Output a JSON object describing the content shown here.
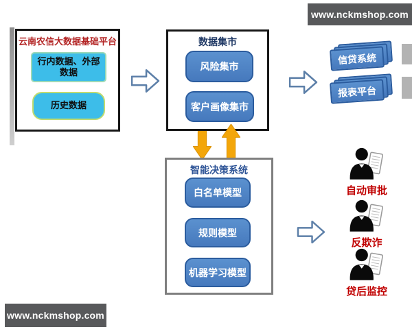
{
  "watermark": {
    "text": "www.nckmshop.com"
  },
  "platform": {
    "title": "云南农信大数据基础平台",
    "title_color": "#B32525",
    "items": [
      {
        "label": "行内数据、外部数据"
      },
      {
        "label": "历史数据"
      }
    ]
  },
  "data_mart": {
    "title": "数据集市",
    "title_color": "#1F3864",
    "items": [
      {
        "label": "风险集市"
      },
      {
        "label": "客户画像集市"
      }
    ]
  },
  "decision_system": {
    "title": "智能决策系统",
    "title_color": "#2F5597",
    "items": [
      {
        "label": "白名单模型"
      },
      {
        "label": "规则模型"
      },
      {
        "label": "机器学习模型"
      }
    ]
  },
  "target_systems": [
    {
      "label": "信贷系统"
    },
    {
      "label": "报表平台"
    }
  ],
  "outcomes": [
    {
      "label": "自动审批"
    },
    {
      "label": "反欺诈"
    },
    {
      "label": "贷后监控"
    }
  ],
  "icons": {
    "flow_arrow": "block-arrow-right",
    "exchange_down": "block-arrow-down",
    "exchange_up": "block-arrow-up",
    "outcome": "person-with-notepad"
  },
  "colors": {
    "module_blue": "#4A83C5",
    "module_border": "#2B5C9E",
    "chip_cyan": "#3DBDE9",
    "chip_border_green": "#9BD8B6",
    "chip_border_lime": "#BFDB6F",
    "orange_arrow": "#F3A60A",
    "red_text": "#C00000",
    "watermark_bg": "#58595B"
  }
}
